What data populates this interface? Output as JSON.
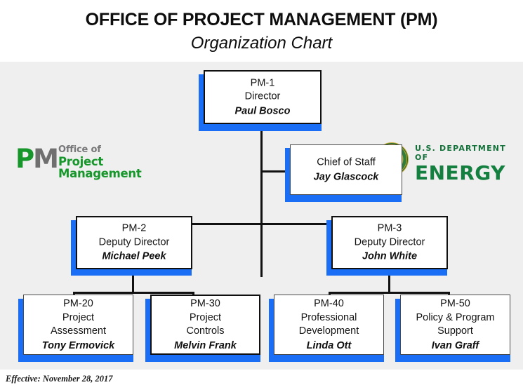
{
  "header": {
    "title": "OFFICE OF PROJECT MANAGEMENT  (PM)",
    "subtitle": "Organization Chart"
  },
  "logos": {
    "pm": {
      "mark_p": "P",
      "mark_m": "M",
      "line1": "Office of",
      "line2": "Project Management",
      "green": "#17962b",
      "gray": "#6f6f6f"
    },
    "doe": {
      "seal_name": "doe-seal-icon",
      "line1": "U.S. DEPARTMENT OF",
      "line2": "ENERGY",
      "green": "#14803f"
    }
  },
  "chart_data": {
    "type": "org-chart",
    "accent_shadow": "#1a6ef5",
    "panel_background": "#efefef",
    "nodes": [
      {
        "id": "pm-1",
        "code": "PM-1",
        "title": "Director",
        "title2": "",
        "name": "Paul Bosco"
      },
      {
        "id": "cos",
        "code": "",
        "title": "Chief of Staff",
        "title2": "",
        "name": "Jay Glascock"
      },
      {
        "id": "pm-2",
        "code": "PM-2",
        "title": "Deputy Director",
        "title2": "",
        "name": "Michael Peek"
      },
      {
        "id": "pm-3",
        "code": "PM-3",
        "title": "Deputy Director",
        "title2": "",
        "name": "John White"
      },
      {
        "id": "pm-20",
        "code": "PM-20",
        "title": "Project",
        "title2": "Assessment",
        "name": "Tony Ermovick"
      },
      {
        "id": "pm-30",
        "code": "PM-30",
        "title": "Project",
        "title2": "Controls",
        "name": "Melvin Frank"
      },
      {
        "id": "pm-40",
        "code": "PM-40",
        "title": "Professional",
        "title2": "Development",
        "name": "Linda Ott"
      },
      {
        "id": "pm-50",
        "code": "PM-50",
        "title": "Policy & Program",
        "title2": "Support",
        "name": "Ivan Graff"
      }
    ],
    "edges": [
      {
        "from": "pm-1",
        "to": "cos"
      },
      {
        "from": "pm-1",
        "to": "pm-2"
      },
      {
        "from": "pm-1",
        "to": "pm-3"
      },
      {
        "from": "pm-2",
        "to": "pm-20"
      },
      {
        "from": "pm-2",
        "to": "pm-30"
      },
      {
        "from": "pm-3",
        "to": "pm-40"
      },
      {
        "from": "pm-3",
        "to": "pm-50"
      }
    ]
  },
  "footer": {
    "effective": "Effective: November 28, 2017"
  }
}
